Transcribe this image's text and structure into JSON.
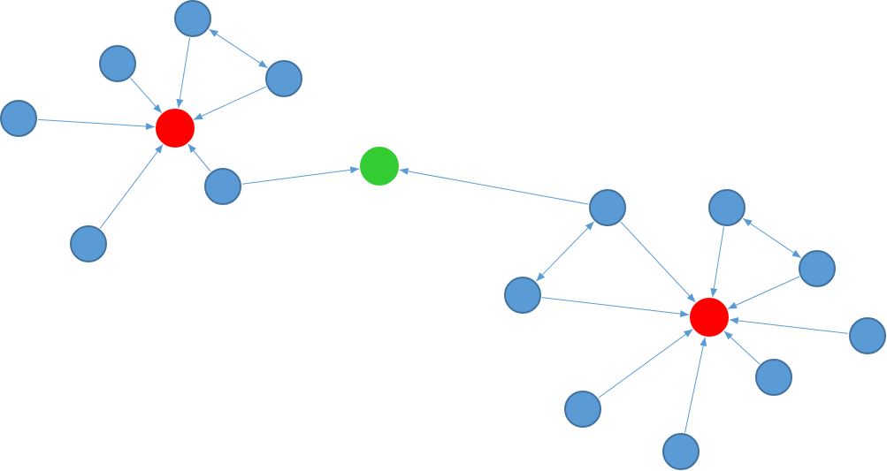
{
  "colors": {
    "background": "#ffffff",
    "node_default_fill": "#5b9bd5",
    "node_default_stroke": "#41719c",
    "node_hub_fill": "#ff0000",
    "node_hub_stroke": "#ff0000",
    "node_center_fill": "#33cc33",
    "node_center_stroke": "#33cc33",
    "edge": "#5b9bd5"
  },
  "diagram": {
    "type": "directed-graph",
    "nodes": [
      {
        "id": "center",
        "role": "center"
      },
      {
        "id": "hub-a",
        "role": "hub"
      },
      {
        "id": "hub-b",
        "role": "hub"
      },
      {
        "id": "a1",
        "role": "leaf"
      },
      {
        "id": "a2",
        "role": "leaf"
      },
      {
        "id": "a3",
        "role": "leaf"
      },
      {
        "id": "a4",
        "role": "leaf"
      },
      {
        "id": "a5",
        "role": "leaf"
      },
      {
        "id": "a6",
        "role": "leaf"
      },
      {
        "id": "b1",
        "role": "leaf"
      },
      {
        "id": "b2",
        "role": "leaf"
      },
      {
        "id": "b3",
        "role": "leaf"
      },
      {
        "id": "b4",
        "role": "leaf"
      },
      {
        "id": "b5",
        "role": "leaf"
      },
      {
        "id": "b6",
        "role": "leaf"
      },
      {
        "id": "b7",
        "role": "leaf"
      },
      {
        "id": "b8",
        "role": "leaf"
      },
      {
        "id": "b9",
        "role": "leaf"
      }
    ],
    "edges": [
      {
        "from": "a1",
        "to": "hub-a",
        "bidirectional": false
      },
      {
        "from": "a2",
        "to": "hub-a",
        "bidirectional": false
      },
      {
        "from": "a3",
        "to": "hub-a",
        "bidirectional": false
      },
      {
        "from": "a4",
        "to": "hub-a",
        "bidirectional": false
      },
      {
        "from": "a5",
        "to": "hub-a",
        "bidirectional": false
      },
      {
        "from": "a6",
        "to": "hub-a",
        "bidirectional": false
      },
      {
        "from": "a1",
        "to": "a3",
        "bidirectional": true
      },
      {
        "from": "a5",
        "to": "center",
        "bidirectional": false
      },
      {
        "from": "b2",
        "to": "center",
        "bidirectional": false
      },
      {
        "from": "b1",
        "to": "b2",
        "bidirectional": true
      },
      {
        "from": "b1",
        "to": "hub-b",
        "bidirectional": false
      },
      {
        "from": "b2",
        "to": "hub-b",
        "bidirectional": false
      },
      {
        "from": "b3",
        "to": "hub-b",
        "bidirectional": false
      },
      {
        "from": "b4",
        "to": "hub-b",
        "bidirectional": false
      },
      {
        "from": "b3",
        "to": "b4",
        "bidirectional": true
      },
      {
        "from": "b5",
        "to": "hub-b",
        "bidirectional": false
      },
      {
        "from": "b6",
        "to": "hub-b",
        "bidirectional": false
      },
      {
        "from": "b7",
        "to": "hub-b",
        "bidirectional": false
      },
      {
        "from": "b8",
        "to": "hub-b",
        "bidirectional": false
      }
    ]
  }
}
